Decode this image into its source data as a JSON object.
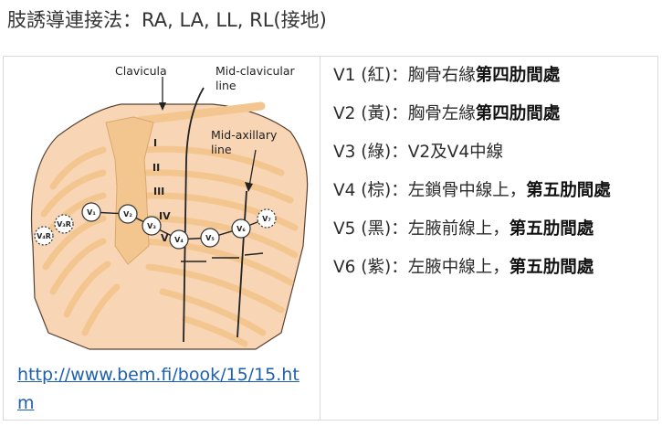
{
  "heading": "肢誘導連接法：RA, LA, LL, RL(接地)",
  "figure": {
    "labels": {
      "clavicula": "Clavicula",
      "midclavicular_1": "Mid-clavicular",
      "midclavicular_2": "line",
      "midaxillary_1": "Mid-axillary",
      "midaxillary_2": "line"
    },
    "ribs": [
      "I",
      "II",
      "III",
      "IV",
      "V"
    ],
    "electrodes": {
      "v1": "V₁",
      "v2": "V₂",
      "v3": "V₃",
      "v4": "V₄",
      "v5": "V₅",
      "v6": "V₆",
      "v7": "V₇",
      "v3r": "V₃R",
      "v4r": "V₄R"
    }
  },
  "link": {
    "text": "http://www.bem.fi/book/15/15.htm"
  },
  "leads": [
    {
      "name": "V1 (紅)：",
      "desc": "胸骨右緣",
      "bold": "第四肋間處"
    },
    {
      "name": "V2 (黃)：",
      "desc": "胸骨左緣",
      "bold": "第四肋間處"
    },
    {
      "name": "V3 (綠)：",
      "desc": "V2及V4中線",
      "bold": ""
    },
    {
      "name": "V4 (棕)：",
      "desc": "左鎖骨中線上，",
      "bold": "第五肋間處"
    },
    {
      "name": "V5 (黑)：",
      "desc": "左腋前線上，",
      "bold": "第五肋間處"
    },
    {
      "name": "V6 (紫)：",
      "desc": "左腋中線上，",
      "bold": "第五肋間處"
    }
  ]
}
